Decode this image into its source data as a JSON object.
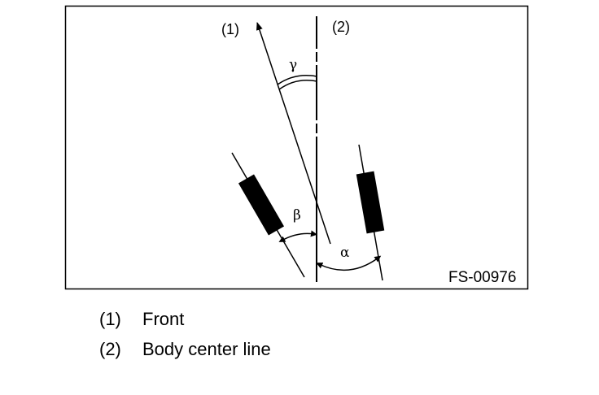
{
  "diagram": {
    "callouts": [
      {
        "id": "1",
        "label": "(1)"
      },
      {
        "id": "2",
        "label": "(2)"
      }
    ],
    "angles": {
      "gamma": "γ",
      "beta": "β",
      "alpha": "α"
    },
    "figure_id": "FS-00976"
  },
  "legend": {
    "items": [
      {
        "number": "(1)",
        "text": "Front"
      },
      {
        "number": "(2)",
        "text": "Body center line"
      }
    ]
  }
}
